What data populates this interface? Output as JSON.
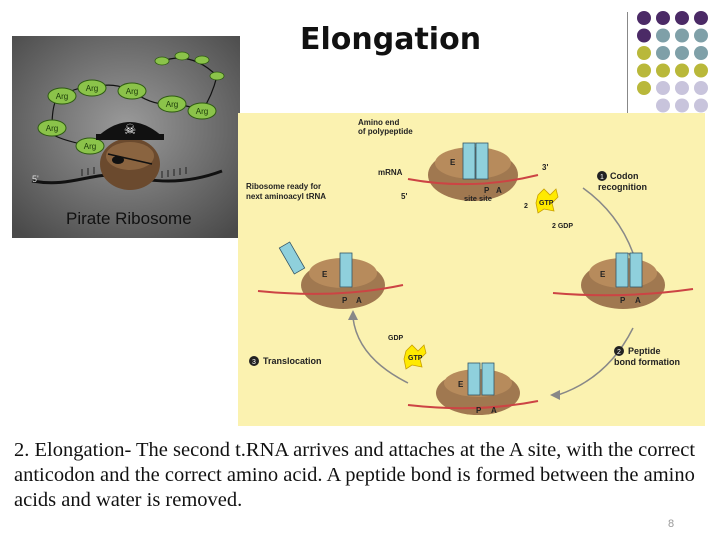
{
  "slide": {
    "title": "Elongation",
    "caption": "2. Elongation- The second t.RNA arrives and attaches at the A site, with the correct anticodon and the correct amino acid. A peptide bond is formed between the amino acids and water is removed.",
    "page_number": "8"
  },
  "pirate_image": {
    "label": "Pirate Ribosome",
    "five_prime": "5'",
    "chain_labels": [
      "Arg",
      "Arg",
      "Arg",
      "Arg",
      "Arg",
      "Arg",
      "Arg"
    ]
  },
  "diagram": {
    "amino_end": "Amino end",
    "of_polypeptide": "of polypeptide",
    "mrna": "mRNA",
    "three_prime": "3'",
    "five_prime": "5'",
    "ribosome_ready_1": "Ribosome ready for",
    "ribosome_ready_2": "next aminoacyl tRNA",
    "site_e": "E",
    "site_p": "P",
    "site_a": "A",
    "site_label": "site site",
    "step1_num": "1",
    "step1_1": "Codon",
    "step1_2": "recognition",
    "step2_num": "2",
    "step2_1": "Peptide",
    "step2_2": "bond formation",
    "step3_num": "3",
    "step3_1": "Translocation",
    "gtp": "GTP",
    "gdp": "GDP",
    "two_gtp": "2",
    "two_gdp": "2 GDP"
  },
  "colors": {
    "dot_purple": "#4b2a66",
    "dot_teal": "#7fa0a8",
    "dot_olive": "#b9b83a",
    "dot_lilac": "#c8c4dc",
    "diagram_bg": "#fbf2b0",
    "ribosome": "#a07850",
    "trna": "#8fd0dc"
  }
}
